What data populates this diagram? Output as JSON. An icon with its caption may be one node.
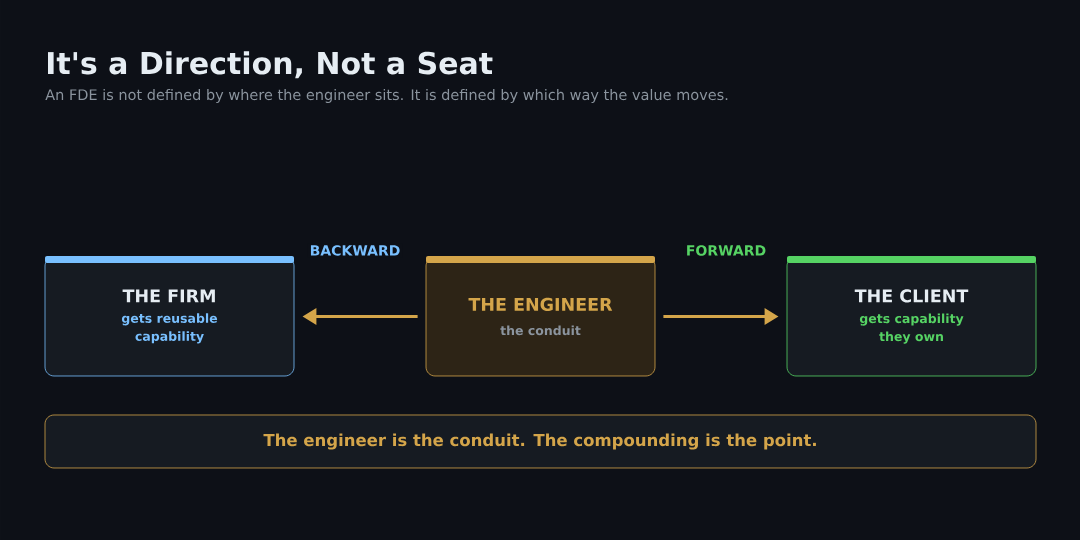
{
  "diagram": {
    "title": "It's a Direction, Not a Seat",
    "caption": "An FDE is not defined by where the engineer sits. It is defined by which way the value moves.",
    "nodes": [
      {
        "text": [
          "THE FIRM",
          "gets reusable capability"
        ]
      },
      {
        "text": [
          "THE ENGINEER",
          "the conduit"
        ]
      },
      {
        "text": [
          "THE CLIENT",
          "gets capability they own"
        ]
      },
      {
        "text": [
          "The engineer is the conduit. The compounding is the point."
        ]
      }
    ],
    "edges": [
      {
        "from": 1,
        "to": 0,
        "arrow": "to",
        "label": "BACKWARD"
      },
      {
        "from": 1,
        "to": 2,
        "arrow": "to",
        "label": "FORWARD"
      }
    ]
  }
}
